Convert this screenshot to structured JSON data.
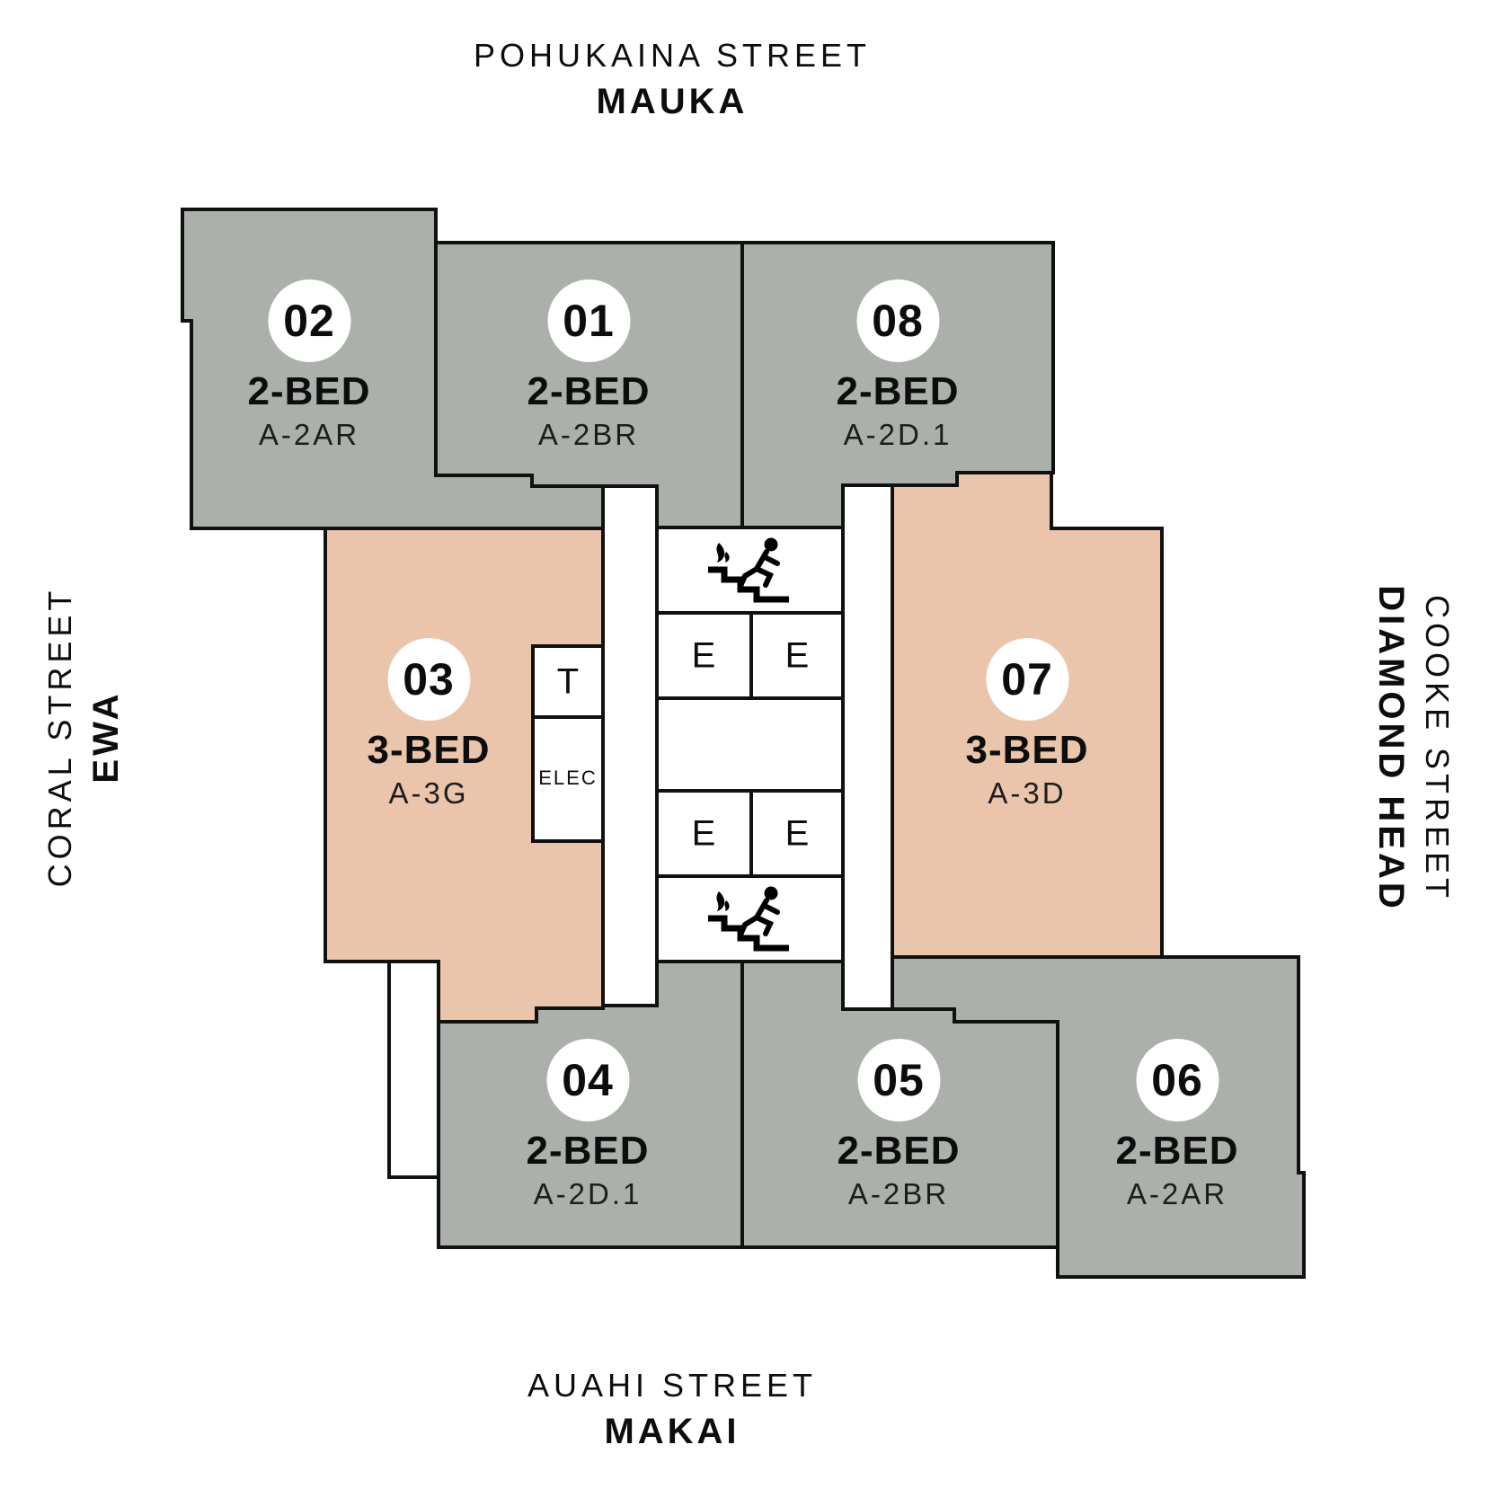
{
  "streets": {
    "top": {
      "name": "POHUKAINA STREET",
      "direction": "MAUKA"
    },
    "bottom": {
      "name": "AUAHI STREET",
      "direction": "MAKAI"
    },
    "left": {
      "name": "CORAL STREET",
      "direction": "EWA"
    },
    "right": {
      "name": "COOKE STREET",
      "direction": "DIAMOND HEAD"
    }
  },
  "units": [
    {
      "id": "02",
      "type": "2-BED",
      "plan": "A-2AR"
    },
    {
      "id": "01",
      "type": "2-BED",
      "plan": "A-2BR"
    },
    {
      "id": "08",
      "type": "2-BED",
      "plan": "A-2D.1"
    },
    {
      "id": "03",
      "type": "3-BED",
      "plan": "A-3G"
    },
    {
      "id": "07",
      "type": "3-BED",
      "plan": "A-3D"
    },
    {
      "id": "04",
      "type": "2-BED",
      "plan": "A-2D.1"
    },
    {
      "id": "05",
      "type": "2-BED",
      "plan": "A-2BR"
    },
    {
      "id": "06",
      "type": "2-BED",
      "plan": "A-2AR"
    }
  ],
  "core": {
    "elevator": "E",
    "trash": "T",
    "electrical": "ELEC"
  },
  "colors": {
    "gray": "#ABB0AB",
    "salmon": "#EAC5AC",
    "wall": "#111111",
    "bg": "#FFFFFF",
    "label": "#161616"
  }
}
